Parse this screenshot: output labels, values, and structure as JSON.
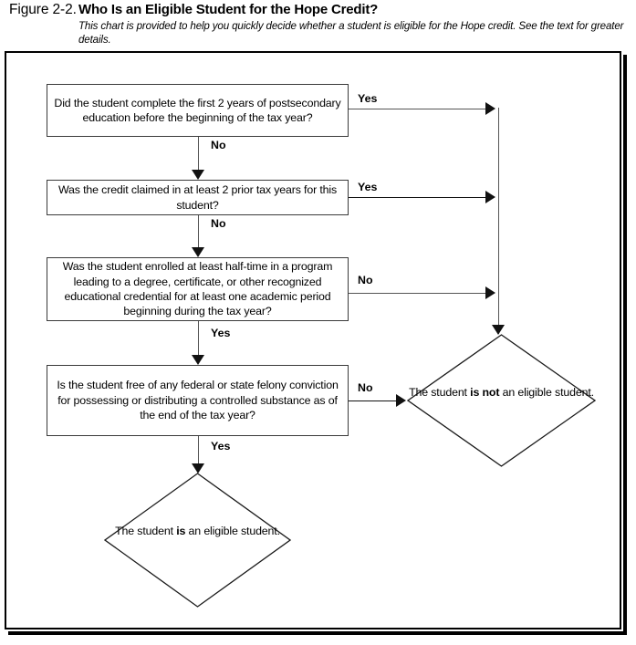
{
  "figure": {
    "label": "Figure 2-2.",
    "title": "Who Is an Eligible Student for the Hope Credit?",
    "subtitle": "This chart is provided to help you quickly decide whether a student is eligible for the Hope credit. See the text for greater details."
  },
  "chart_data": {
    "type": "diagram",
    "diagram_kind": "flowchart",
    "title": "Who Is an Eligible Student for the Hope Credit?",
    "nodes": [
      {
        "id": "q1",
        "shape": "rectangle",
        "text": "Did the student complete the first 2 years of postsecondary education before the beginning of the tax year?"
      },
      {
        "id": "q2",
        "shape": "rectangle",
        "text": "Was the credit claimed in at least 2 prior tax years for this student?"
      },
      {
        "id": "q3",
        "shape": "rectangle",
        "text": "Was the student enrolled at least half-time in a program leading to a degree, certificate, or other recognized educational credential for at least one academic period beginning during the tax year?"
      },
      {
        "id": "q4",
        "shape": "rectangle",
        "text": "Is the student free of any federal or state felony conviction for possessing or distributing a controlled substance as of the end of the tax year?"
      },
      {
        "id": "not-eligible",
        "shape": "diamond",
        "text_parts": [
          "The student ",
          "is not",
          " an eligible student."
        ]
      },
      {
        "id": "eligible",
        "shape": "diamond",
        "text_parts": [
          "The student ",
          "is",
          " an eligible student."
        ]
      }
    ],
    "edges": [
      {
        "from": "q1",
        "to": "not-eligible",
        "label": "Yes",
        "direction": "right"
      },
      {
        "from": "q1",
        "to": "q2",
        "label": "No",
        "direction": "down"
      },
      {
        "from": "q2",
        "to": "not-eligible",
        "label": "Yes",
        "direction": "right"
      },
      {
        "from": "q2",
        "to": "q3",
        "label": "No",
        "direction": "down"
      },
      {
        "from": "q3",
        "to": "not-eligible",
        "label": "No",
        "direction": "right"
      },
      {
        "from": "q3",
        "to": "q4",
        "label": "Yes",
        "direction": "down"
      },
      {
        "from": "q4",
        "to": "not-eligible",
        "label": "No",
        "direction": "right"
      },
      {
        "from": "q4",
        "to": "eligible",
        "label": "Yes",
        "direction": "down"
      }
    ]
  },
  "boxes": {
    "q1": "Did the student complete the first 2 years of postsecondary education before the beginning of the tax year?",
    "q2": "Was the credit claimed in at least 2 prior tax years for this student?",
    "q3": "Was the student enrolled at least half-time in a program leading to a degree, certificate, or other recognized educational credential for at least one academic period beginning during the tax year?",
    "q4": "Is the student free of any federal or state felony conviction for possessing or distributing a controlled substance as of the end of the tax year?"
  },
  "outcomes": {
    "not_eligible": {
      "lead": "The student ",
      "emphasis": "is not",
      "tail": " an eligible student."
    },
    "eligible": {
      "lead": "The student ",
      "emphasis": "is",
      "tail": " an eligible student."
    }
  },
  "branch_labels": {
    "q1_yes": "Yes",
    "q1_no": "No",
    "q2_yes": "Yes",
    "q2_no": "No",
    "q3_no": "No",
    "q3_yes": "Yes",
    "q4_no": "No",
    "q4_yes": "Yes"
  },
  "colors": {
    "frame": "#000000",
    "box_border": "#3a3a3a",
    "connector": "#555555",
    "arrow": "#111111",
    "background": "#ffffff",
    "text": "#000000"
  }
}
